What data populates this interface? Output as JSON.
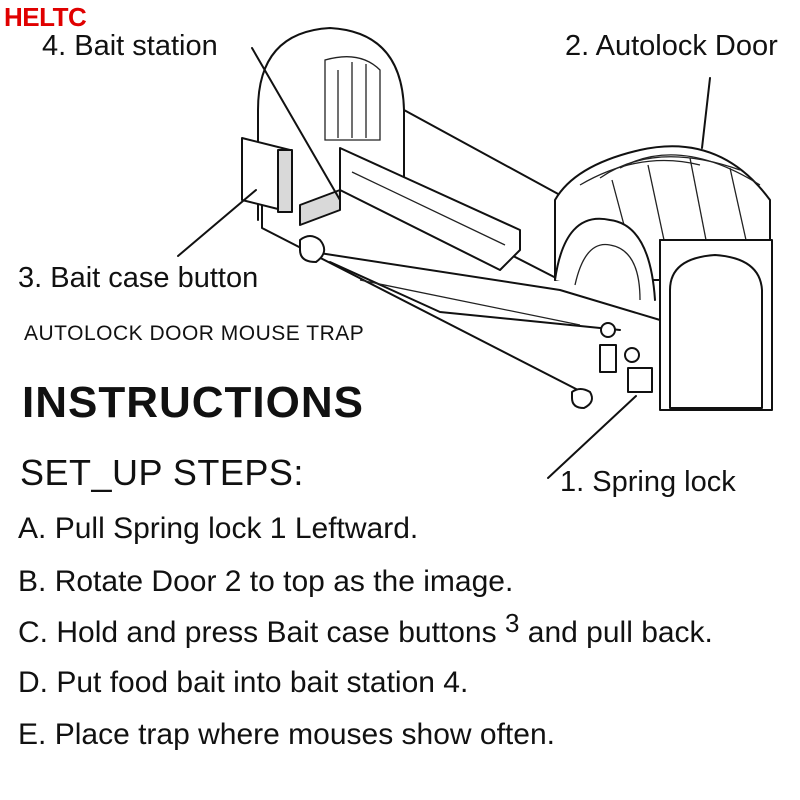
{
  "brand": {
    "name": "HELTC",
    "color": "#e00000"
  },
  "diagram": {
    "subtitle": "AUTOLOCK DOOR MOUSE TRAP",
    "labels": {
      "bait_station": "4. Bait station",
      "autolock_door": "2. Autolock Door",
      "bait_case_button": "3. Bait case button",
      "spring_lock": "1. Spring lock"
    }
  },
  "instructions": {
    "heading": "INSTRUCTIONS",
    "setup_title": "SET_UP STEPS:",
    "steps": [
      {
        "letter": "A.",
        "text": "Pull Spring lock 1 Leftward."
      },
      {
        "letter": "B.",
        "text": "Rotate Door 2 to top as the image."
      },
      {
        "letter": "C.",
        "text": "Hold and press Bait case buttons",
        "sup": "3",
        "after": "and pull back."
      },
      {
        "letter": "D.",
        "text": "Put food bait into bait station 4."
      },
      {
        "letter": "E.",
        "text": "Place trap where mouses show often."
      }
    ]
  }
}
